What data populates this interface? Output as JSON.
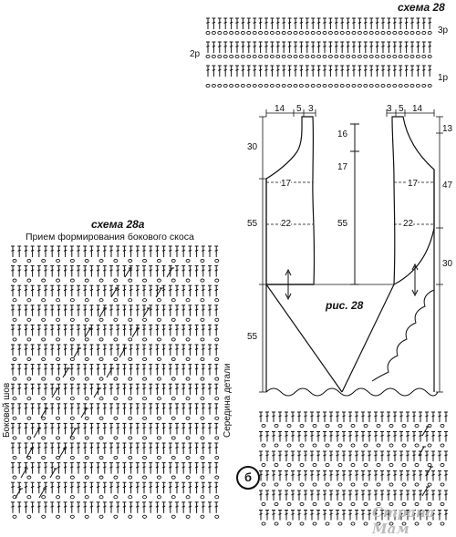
{
  "scheme28": {
    "title": "схема 28",
    "row_labels": [
      "3р",
      "2р",
      "1р"
    ]
  },
  "scheme28a": {
    "title": "схема 28а",
    "subtitle": "Прием формирования бокового скоса",
    "side_label": "Боковой шов",
    "center_label": "Середина детали"
  },
  "pattern": {
    "caption": "рис. 28",
    "top_left_dims": [
      "14",
      "5",
      "3"
    ],
    "top_right_dims": [
      "3",
      "5",
      "14"
    ],
    "left_heights": [
      "30",
      "55",
      "55"
    ],
    "center_heights": [
      "16",
      "17",
      "55"
    ],
    "right_heights": [
      "13",
      "47",
      "30"
    ],
    "inner_dims": [
      "17",
      "22",
      "17",
      "22"
    ]
  },
  "badge": "б",
  "logo": "Страна Мам",
  "colors": {
    "ink": "#111111",
    "logo": "#bbbbbb"
  }
}
